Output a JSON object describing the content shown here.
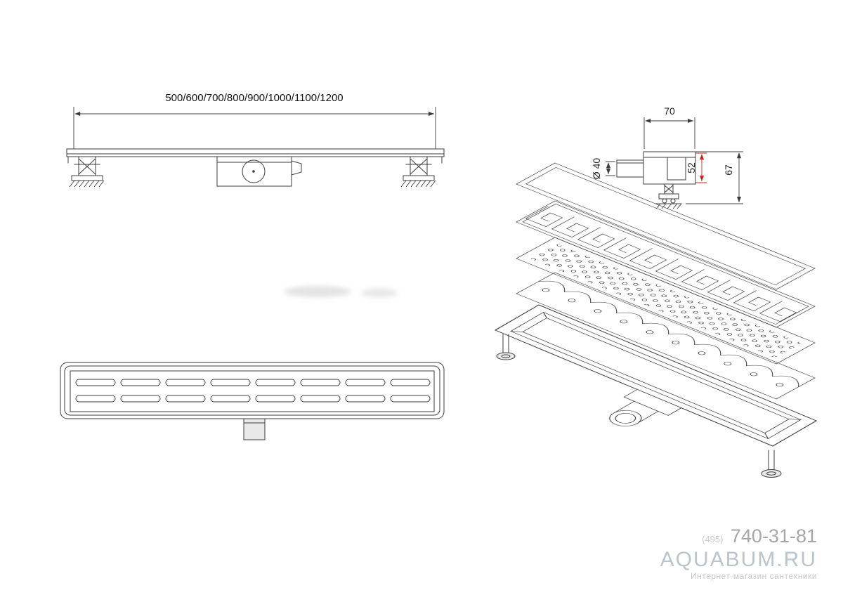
{
  "side_view": {
    "length_label": "500/600/700/800/900/1000/1100/1200"
  },
  "end_view": {
    "dim_width": "70",
    "dim_pipe_diameter": "Ø 40",
    "dim_body_height": "52",
    "dim_total_height": "67"
  },
  "watermark": {
    "phone_prefix": "(495)",
    "phone_number": "740-31-81",
    "site_name": "AQUABUM.RU",
    "tagline": "Интернет-магазин сантехники"
  },
  "colors": {
    "line": "#3c3c3c",
    "accent_red": "#cc2222",
    "watermark_gray": "#a6a6a6",
    "watermark_blue": "#b9c5ce"
  }
}
